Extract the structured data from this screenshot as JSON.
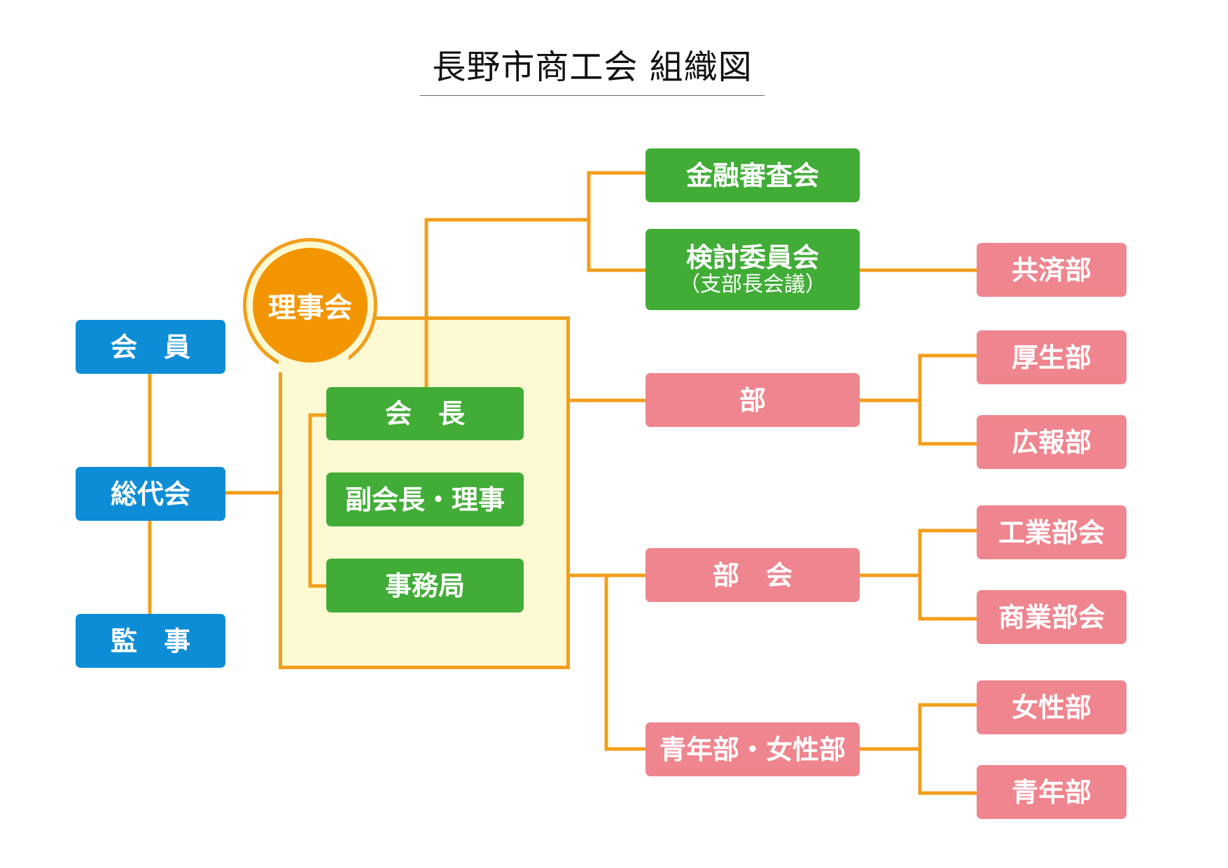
{
  "title": "長野市商工会 組織図",
  "colors": {
    "line": "#f29e1b",
    "blue": "#0d8dd6",
    "green": "#41ad37",
    "pink": "#ef858e",
    "board": "#f29500",
    "panel": "#fdf9d2"
  },
  "left": {
    "members": "会　員",
    "general_assembly": "総代会",
    "auditor": "監　事"
  },
  "board": {
    "label": "理事会",
    "president": "会　長",
    "vice_directors": "副会長・理事",
    "secretariat": "事務局"
  },
  "committees": {
    "finance_review": "金融審査会",
    "study_committee": "検討委員会",
    "study_committee_sub": "（支部長会議）"
  },
  "departments": {
    "bu": "部",
    "bukai": "部　会",
    "youth_women": "青年部・女性部"
  },
  "sub_units": {
    "mutual_aid": "共済部",
    "welfare": "厚生部",
    "public_relations": "広報部",
    "industry": "工業部会",
    "commerce": "商業部会",
    "women": "女性部",
    "youth": "青年部"
  }
}
